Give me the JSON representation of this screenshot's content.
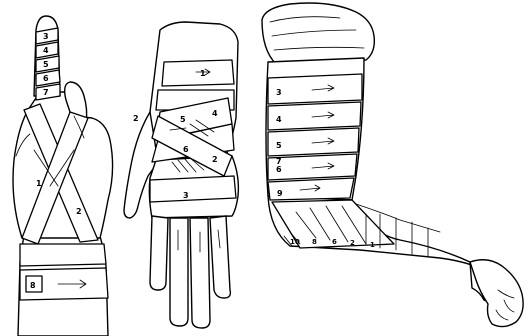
{
  "illustrations": {
    "finger_spiral": {
      "numbers": [
        "3",
        "4",
        "5",
        "6",
        "7",
        "1",
        "2",
        "8"
      ]
    },
    "hand_figure_eight": {
      "numbers": [
        "1",
        "2",
        "5",
        "4",
        "6",
        "3",
        "2"
      ]
    },
    "elbow_spiral": {
      "numbers": [
        "3",
        "4",
        "5",
        "6",
        "7",
        "9",
        "10",
        "8",
        "6",
        "2",
        "1"
      ]
    }
  }
}
